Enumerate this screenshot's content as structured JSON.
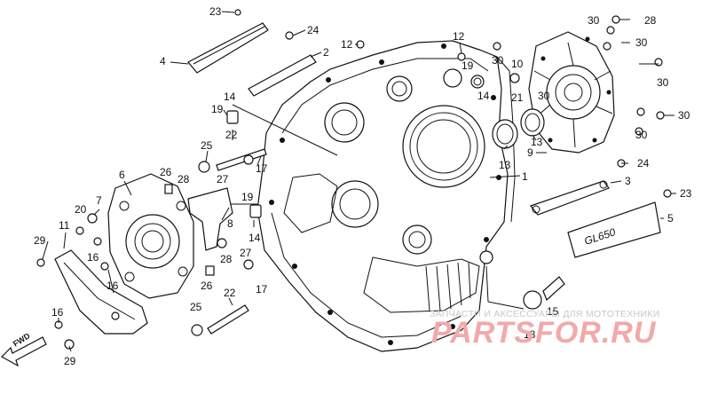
{
  "parts": [
    {
      "id": "p23a",
      "label": "23"
    },
    {
      "id": "p24a",
      "label": "24"
    },
    {
      "id": "p2",
      "label": "2"
    },
    {
      "id": "p12a",
      "label": "12"
    },
    {
      "id": "p12b",
      "label": "12"
    },
    {
      "id": "p30a",
      "label": "30"
    },
    {
      "id": "p28a",
      "label": "28"
    },
    {
      "id": "p4",
      "label": "4"
    },
    {
      "id": "p19a",
      "label": "19"
    },
    {
      "id": "p30b",
      "label": "30"
    },
    {
      "id": "p10",
      "label": "10"
    },
    {
      "id": "p30c",
      "label": "30"
    },
    {
      "id": "p30d",
      "label": "30"
    },
    {
      "id": "p14a",
      "label": "14"
    },
    {
      "id": "p14b",
      "label": "14"
    },
    {
      "id": "p21",
      "label": "21"
    },
    {
      "id": "p30e",
      "label": "30"
    },
    {
      "id": "p19b",
      "label": "19"
    },
    {
      "id": "p22a",
      "label": "22"
    },
    {
      "id": "p30f",
      "label": "30"
    },
    {
      "id": "p30g",
      "label": "30"
    },
    {
      "id": "p25a",
      "label": "25"
    },
    {
      "id": "p17a",
      "label": "17"
    },
    {
      "id": "p13a",
      "label": "13"
    },
    {
      "id": "p13b",
      "label": "13"
    },
    {
      "id": "p9",
      "label": "9"
    },
    {
      "id": "p24b",
      "label": "24"
    },
    {
      "id": "p6",
      "label": "6"
    },
    {
      "id": "p26a",
      "label": "26"
    },
    {
      "id": "p27a",
      "label": "27"
    },
    {
      "id": "p28b",
      "label": "28"
    },
    {
      "id": "p1",
      "label": "1"
    },
    {
      "id": "p3",
      "label": "3"
    },
    {
      "id": "p23b",
      "label": "23"
    },
    {
      "id": "p7",
      "label": "7"
    },
    {
      "id": "p19c",
      "label": "19"
    },
    {
      "id": "p20",
      "label": "20"
    },
    {
      "id": "p8",
      "label": "8"
    },
    {
      "id": "p14c",
      "label": "14"
    },
    {
      "id": "p5",
      "label": "5"
    },
    {
      "id": "p11",
      "label": "11"
    },
    {
      "id": "p29a",
      "label": "29"
    },
    {
      "id": "p16a",
      "label": "16"
    },
    {
      "id": "p16b",
      "label": "16"
    },
    {
      "id": "p28c",
      "label": "28"
    },
    {
      "id": "p27b",
      "label": "27"
    },
    {
      "id": "p17b",
      "label": "17"
    },
    {
      "id": "p26b",
      "label": "26"
    },
    {
      "id": "p22b",
      "label": "22"
    },
    {
      "id": "p25b",
      "label": "25"
    },
    {
      "id": "p16c",
      "label": "16"
    },
    {
      "id": "p15",
      "label": "15"
    },
    {
      "id": "p18",
      "label": "18"
    },
    {
      "id": "p29b",
      "label": "29"
    }
  ],
  "cover_text": "GL650",
  "direction_label": "FWD",
  "watermark": {
    "tagline": "ЗАПЧАСТИ И АКСЕССУАРЫ ДЛЯ МОТОТЕХНИКИ",
    "brand": "PARTSFOR.RU"
  }
}
